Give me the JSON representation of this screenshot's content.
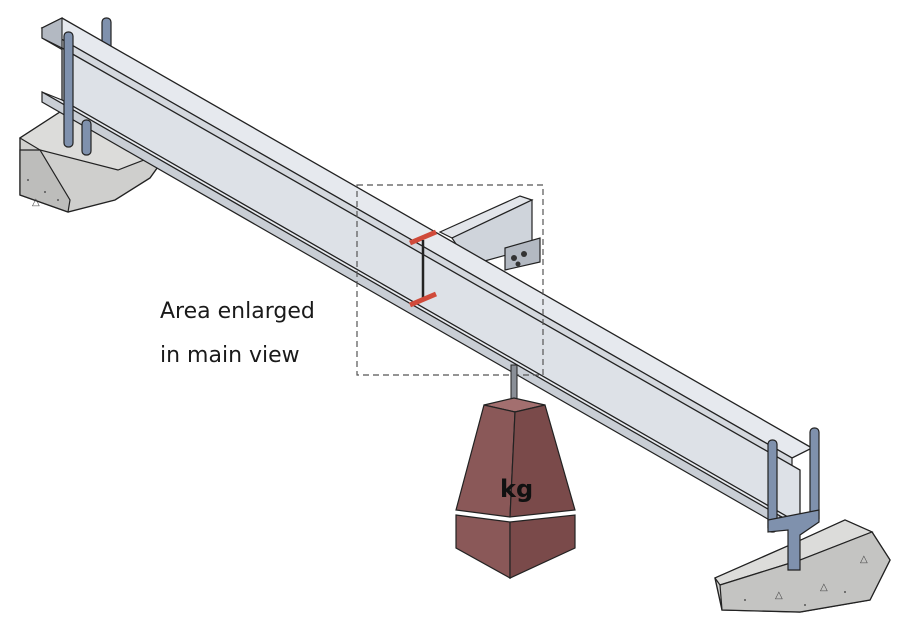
{
  "annotation": {
    "line1": "Area enlarged",
    "line2": "in main view"
  },
  "weight": {
    "label": "kg"
  },
  "colors": {
    "steel_light": "#e2e5ea",
    "steel_face": "#cfd4db",
    "steel_dark": "#b3b9c2",
    "anchor_bolt": "#7f91ad",
    "concrete": "#cdcdcb",
    "weight": "#8a5858",
    "cut_section": "#d04a3a"
  }
}
